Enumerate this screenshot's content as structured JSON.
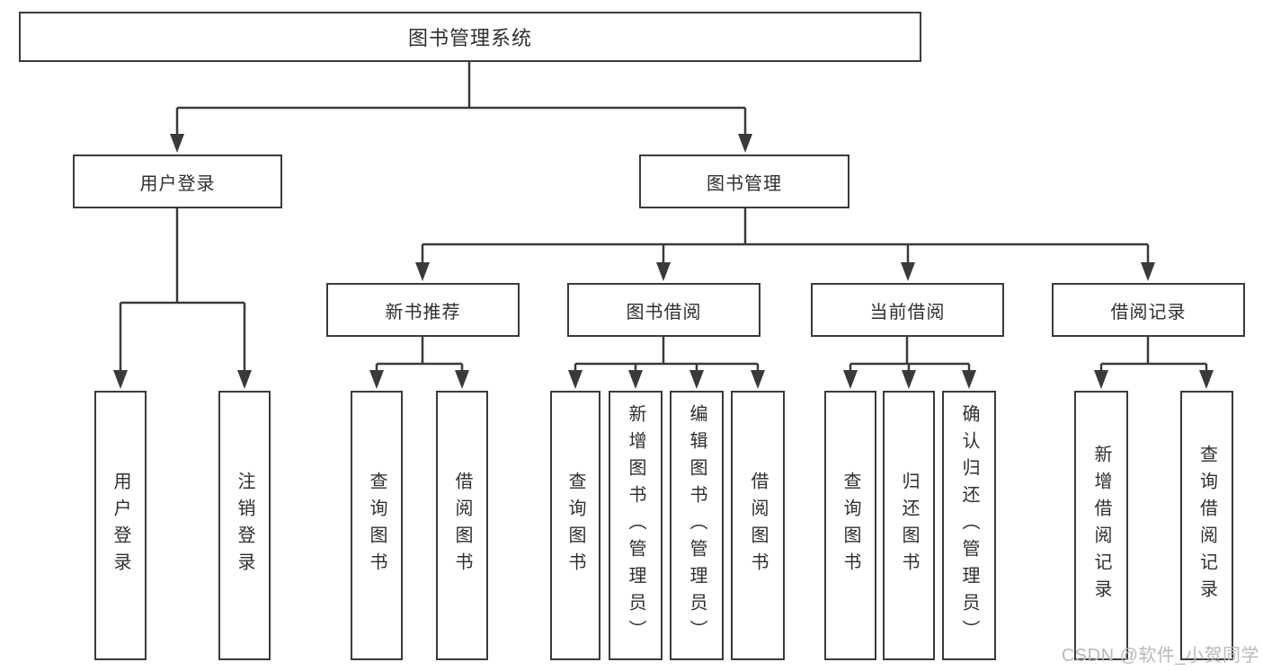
{
  "colors": {
    "line": "#3a3a3a",
    "text": "#2f2f2f",
    "box_background": "#ffffff",
    "watermark": "#b9b9b9"
  },
  "tree": {
    "root": {
      "label": "图书管理系统"
    },
    "branches": [
      {
        "label": "用户登录",
        "children": [
          {
            "label": "用户登录"
          },
          {
            "label": "注销登录"
          }
        ]
      },
      {
        "label": "图书管理",
        "children": [
          {
            "label": "新书推荐",
            "children": [
              {
                "label": "查询图书"
              },
              {
                "label": "借阅图书"
              }
            ]
          },
          {
            "label": "图书借阅",
            "children": [
              {
                "label": "查询图书"
              },
              {
                "label": "新增图书（管理员）"
              },
              {
                "label": "编辑图书（管理员）"
              },
              {
                "label": "借阅图书"
              }
            ]
          },
          {
            "label": "当前借阅",
            "children": [
              {
                "label": "查询图书"
              },
              {
                "label": "归还图书"
              },
              {
                "label": "确认归还（管理员）"
              }
            ]
          },
          {
            "label": "借阅记录",
            "children": [
              {
                "label": "新增借阅记录"
              },
              {
                "label": "查询借阅记录"
              }
            ]
          }
        ]
      }
    ]
  },
  "watermark": {
    "text": "CSDN @软件_小贺同学"
  }
}
